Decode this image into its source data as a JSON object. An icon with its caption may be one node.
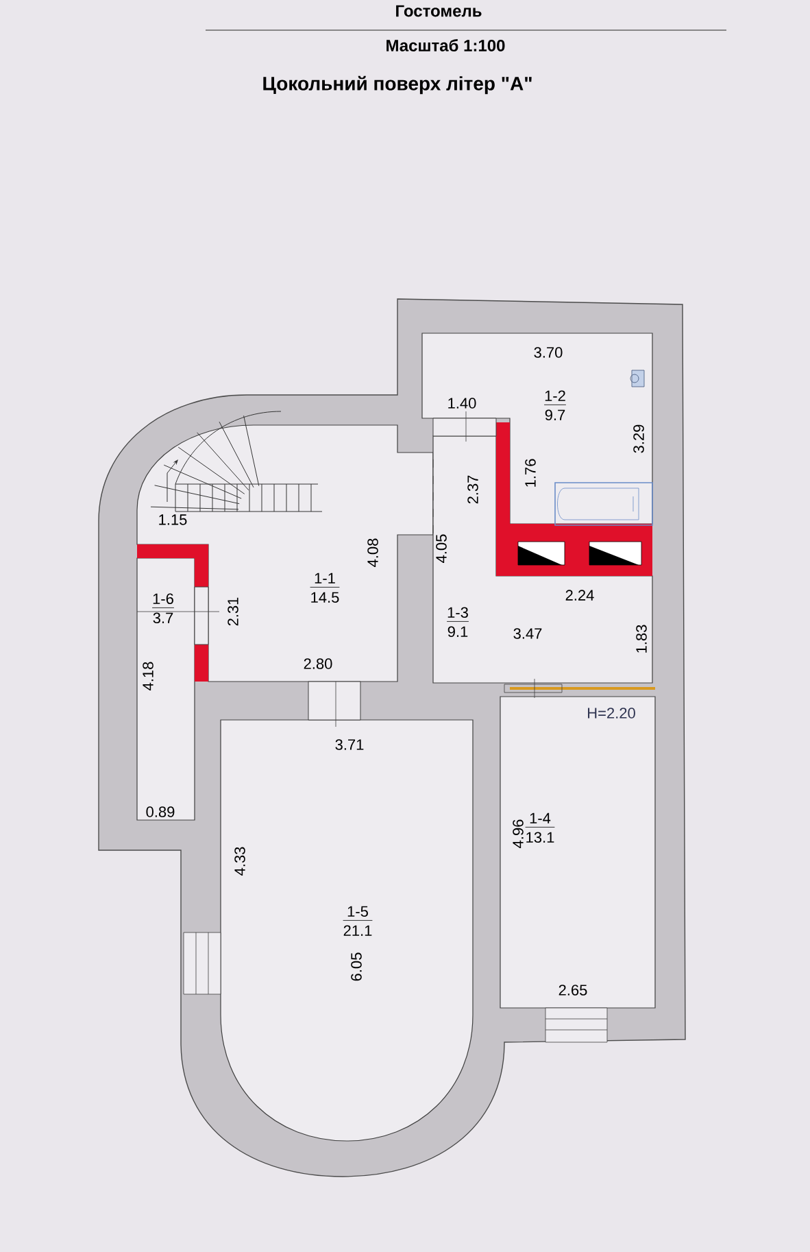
{
  "diagram": {
    "title": "Цокольний поверх літер \"А\"",
    "nodes": [
      {
        "text": [
          "1-2",
          "9.7"
        ]
      },
      {
        "text": [
          "1-1",
          "14.5"
        ]
      },
      {
        "text": [
          "1-6",
          "3.7"
        ]
      },
      {
        "text": [
          "1-3",
          "9.1"
        ]
      },
      {
        "text": [
          "1-4",
          "13.1"
        ]
      },
      {
        "text": [
          "1-5",
          "21.1"
        ]
      }
    ],
    "labels": [
      "Гостомель",
      "Масштаб 1:100",
      "3.70",
      "1.40",
      "3.29",
      "1.76",
      "2.37",
      "1.15",
      "4.05",
      "4.08",
      "2.24",
      "2.31",
      "3.47",
      "1.83",
      "2.80",
      "4.18",
      "H=2.20",
      "3.71",
      "0.89",
      "4.96",
      "4.33",
      "6.05",
      "2.65"
    ]
  }
}
